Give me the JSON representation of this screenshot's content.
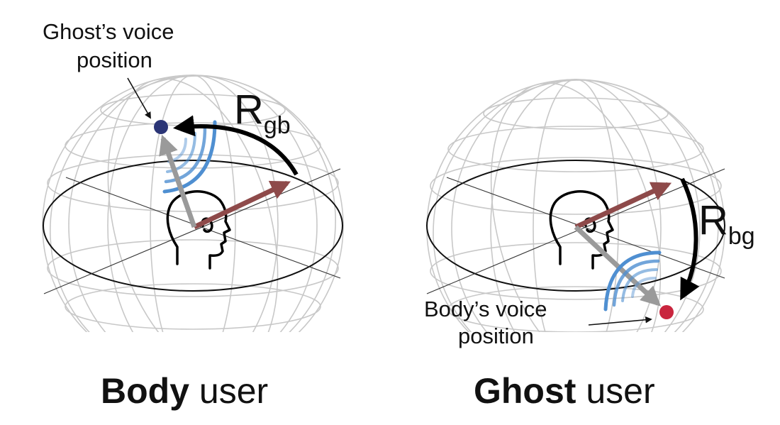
{
  "left_panel": {
    "callout_line1": "Ghost’s voice",
    "callout_line2": "position",
    "rotation_label": "R",
    "rotation_subscript": "gb",
    "caption_bold": "Body",
    "caption_rest": " user"
  },
  "right_panel": {
    "callout_line1": "Body’s voice",
    "callout_line2": "position",
    "rotation_label": "R",
    "rotation_subscript": "bg",
    "caption_bold": "Ghost",
    "caption_rest": " user"
  },
  "colors": {
    "ghost_voice_dot": "#2b3576",
    "body_voice_dot": "#c9253e",
    "facing_arrow": "#8e4a4a",
    "voice_arrow": "#9a9a9a",
    "sound_waves": "#4f8fd1",
    "sphere_grid": "#c8c8c8",
    "horizon_ring": "#111111"
  },
  "icons": [
    "head-outline-icon",
    "sound-wave-icon"
  ]
}
